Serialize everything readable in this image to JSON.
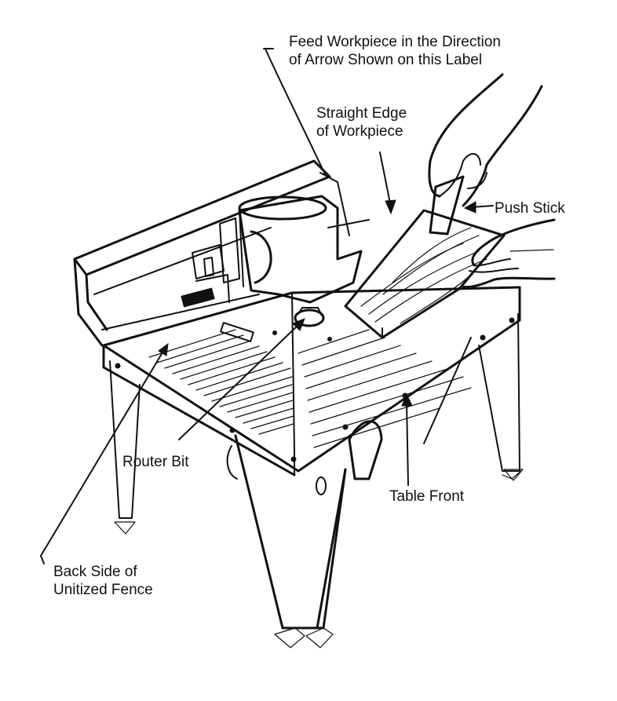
{
  "labels": {
    "feed_direction": "Feed Workpiece in the Direction\nof Arrow Shown on this Label",
    "straight_edge": "Straight Edge\nof Workpiece",
    "push_stick": "Push Stick",
    "router_bit": "Router Bit",
    "table_front": "Table Front",
    "back_side_fence": "Back Side of\nUnitized Fence"
  },
  "colors": {
    "ink": "#111111",
    "paper": "#ffffff"
  }
}
